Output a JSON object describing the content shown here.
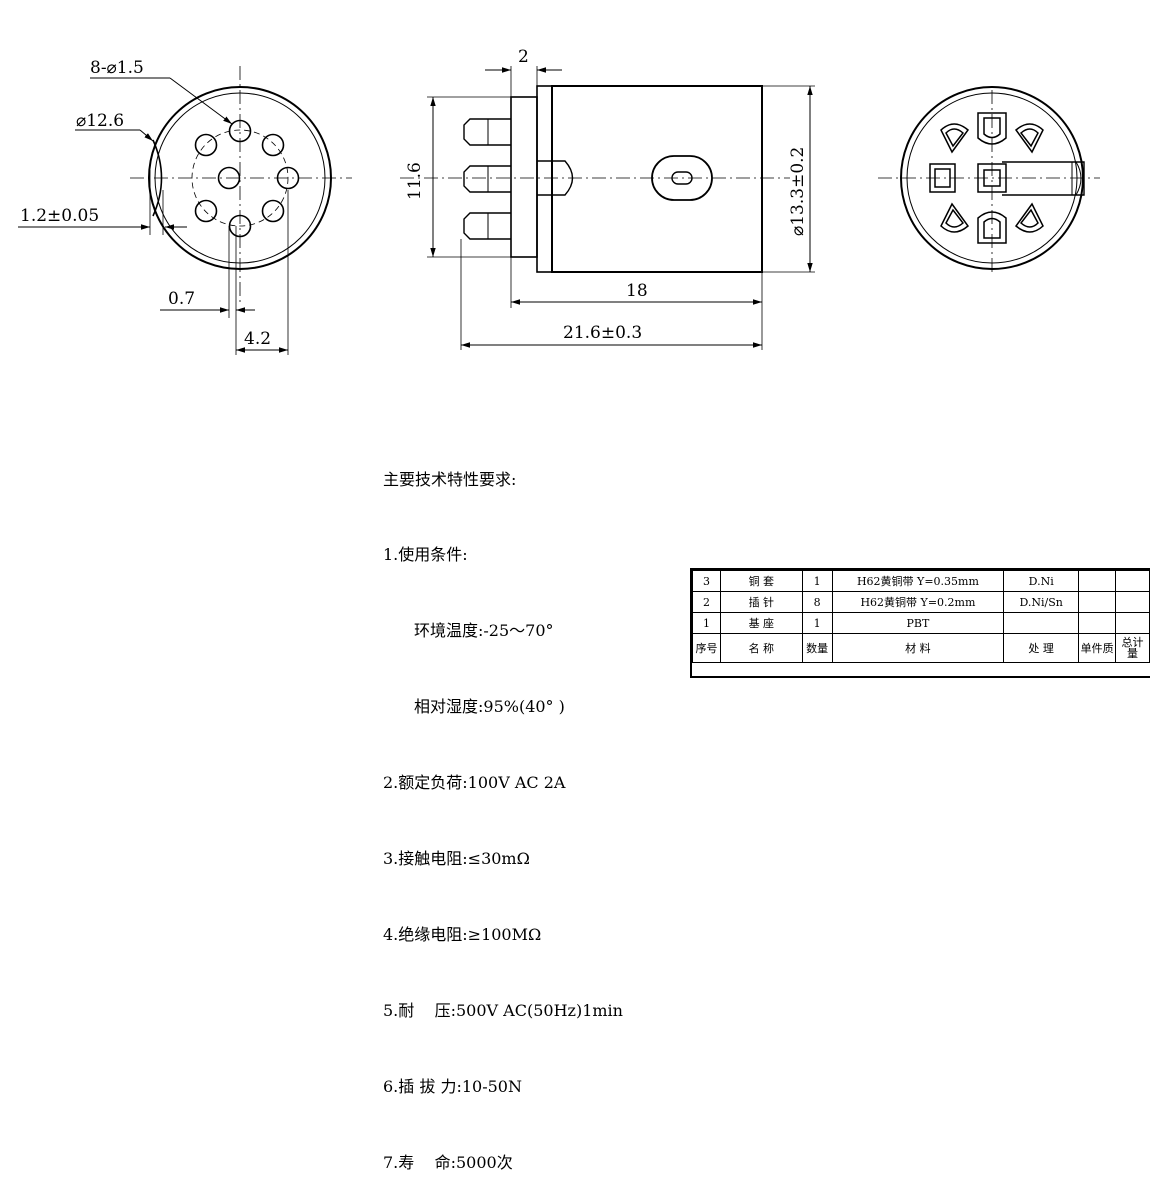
{
  "dimensions": {
    "holes": "8-⌀1.5",
    "outer_dia": "⌀12.6",
    "flange": "1.2±0.05",
    "offset_small": "0.7",
    "offset_large": "4.2",
    "top_gap": "2",
    "height": "11.6",
    "body_dia": "⌀13.3±0.2",
    "body_len": "18",
    "total_len": "21.6±0.3"
  },
  "notes": {
    "title": "主要技术特性要求:",
    "lines": [
      "1.使用条件:",
      "环境温度:-25～70°",
      "相对湿度:95%(40° )",
      "2.额定负荷:100V AC 2A",
      "3.接触电阻:≤30mΩ",
      "4.绝缘电阻:≥100MΩ",
      "5.耐    压:500V AC(50Hz)1min",
      "6.插 拔 力:10-50N",
      "7.寿    命:5000次"
    ]
  },
  "bom": {
    "rows": [
      [
        "3",
        "铜 套",
        "1",
        "H62黄铜带 Y=0.35mm",
        "D.Ni",
        "",
        ""
      ],
      [
        "2",
        "插 针",
        "8",
        "H62黄铜带 Y=0.2mm",
        "D.Ni/Sn",
        "",
        ""
      ],
      [
        "1",
        "基 座",
        "1",
        "PBT",
        "",
        "",
        ""
      ]
    ],
    "header": {
      "seq": "序号",
      "name": "名 称",
      "qty": "数量",
      "material": "材 料",
      "treatment": "处 理",
      "unit_mass": "单件质",
      "total_mass": "总计量"
    }
  }
}
